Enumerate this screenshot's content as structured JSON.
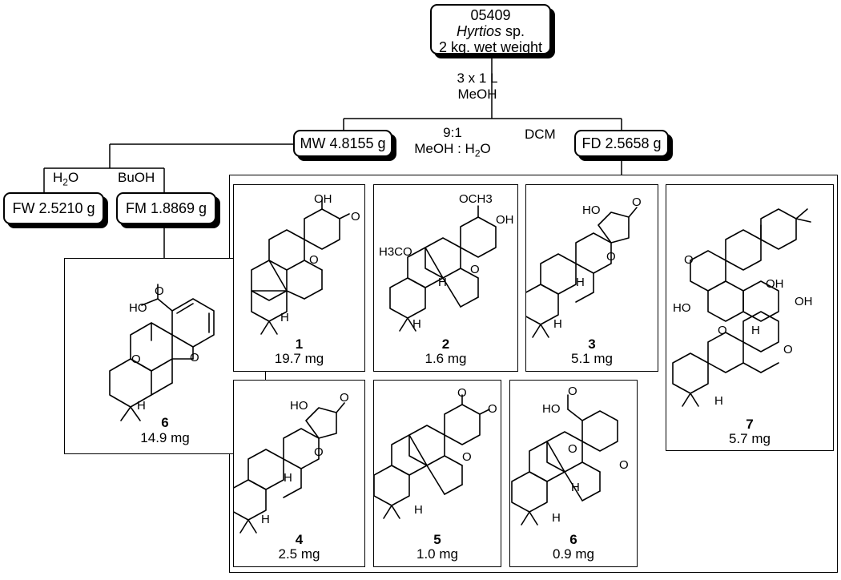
{
  "root": {
    "code": "05409",
    "species_genus": "Hyrtios",
    "species_suffix": " sp.",
    "weight": "2 kg. wet weight"
  },
  "extraction": {
    "line1": "3 x 1 L",
    "line2": "MeOH"
  },
  "partition1": {
    "ratio": "9:1",
    "solvent": "MeOH : H",
    "sub": "2",
    "solvent_end": "O",
    "dcm": "DCM"
  },
  "fractions": {
    "mw": "MW 4.8155 g",
    "fd": "FD 2.5658 g",
    "fw": "FW 2.5210 g",
    "fm": "FM 1.8869 g"
  },
  "partition2": {
    "h2o_h": "H",
    "h2o_sub": "2",
    "h2o_o": "O",
    "buoh": "BuOH"
  },
  "compounds": [
    {
      "id": "6",
      "amount": "14.9 mg"
    },
    {
      "id": "1",
      "amount": "19.7 mg"
    },
    {
      "id": "2",
      "amount": "1.6 mg"
    },
    {
      "id": "3",
      "amount": "5.1 mg"
    },
    {
      "id": "7",
      "amount": "5.7 mg"
    },
    {
      "id": "4",
      "amount": "2.5 mg"
    },
    {
      "id": "5",
      "amount": "1.0 mg"
    },
    {
      "id": "6",
      "amount": "0.9 mg"
    }
  ],
  "atoms": {
    "oh": "OH",
    "o": "O",
    "h": "H",
    "ho": "HO",
    "och3": "OCH3",
    "h3co": "H3CO"
  }
}
